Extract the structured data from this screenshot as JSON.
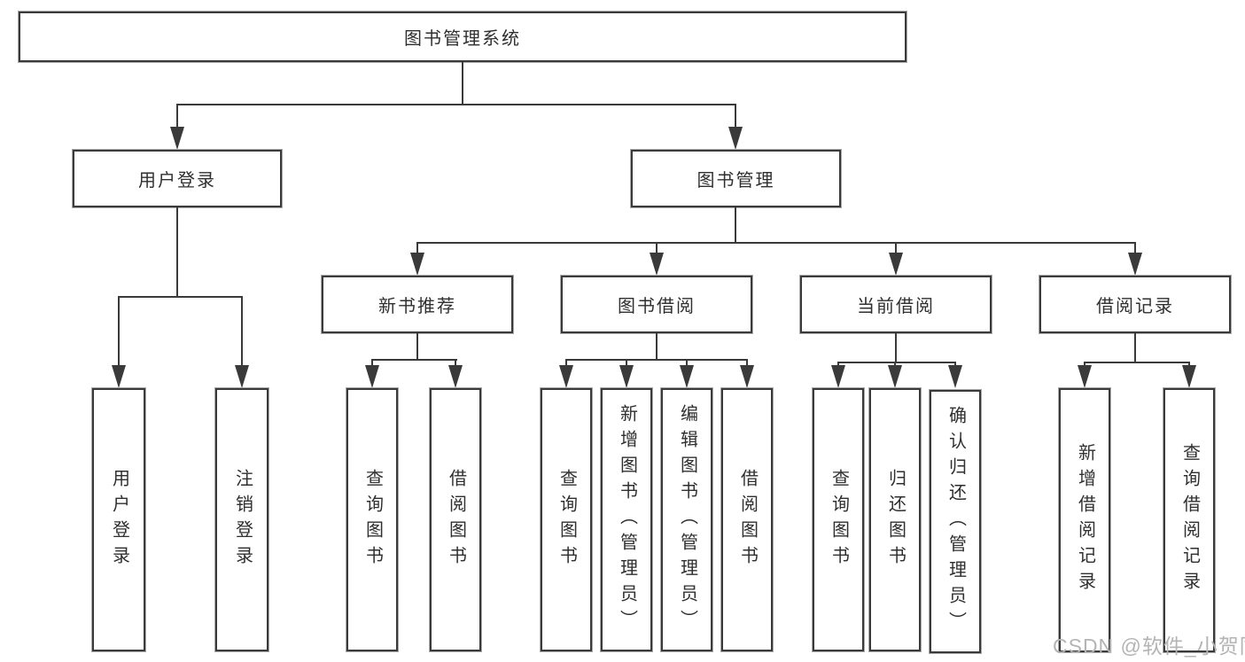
{
  "diagram": {
    "type": "hierarchy-tree",
    "title": "图书管理系统"
  },
  "colors": {
    "line": "#3a3a3a",
    "box_border": "#3a3a3a",
    "text": "#2f2f2f",
    "watermark": "#b4b4b4",
    "background": "#ffffff"
  },
  "nodes": {
    "root": "图书管理系统",
    "user_login": "用户登录",
    "book_management": "图书管理",
    "new_book_recommend": "新书推荐",
    "book_borrow": "图书借阅",
    "current_borrow": "当前借阅",
    "borrow_record": "借阅记录",
    "login_user_login": "用户登录",
    "login_logout": "注销登录",
    "recommend_query_book": "查询图书",
    "recommend_borrow_book": "借阅图书",
    "borrow_query_book": "查询图书",
    "borrow_add_book": "新增图书（管理员）",
    "borrow_edit_book": "编辑图书（管理员）",
    "borrow_borrow_book": "借阅图书",
    "current_query_book": "查询图书",
    "current_return_book": "归还图书",
    "current_confirm_return": "确认归还（管理员）",
    "record_add_record": "新增借阅记录",
    "record_query_record": "查询借阅记录"
  },
  "watermark": {
    "text": "CSDN @软件_小贺同学"
  }
}
